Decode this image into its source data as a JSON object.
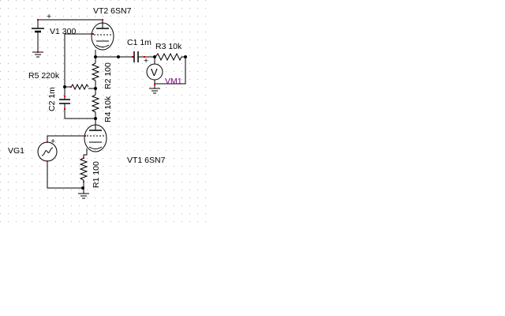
{
  "components": {
    "v1": {
      "label": "V1 300"
    },
    "vt2": {
      "label": "VT2 6SN7"
    },
    "vt1": {
      "label": "VT1 6SN7"
    },
    "c1": {
      "label": "C1 1m"
    },
    "r3": {
      "label": "R3 10k"
    },
    "vm1": {
      "label": "VM1",
      "symbol": "V"
    },
    "r5": {
      "label": "R5 220k"
    },
    "r2": {
      "label": "R2 100"
    },
    "c2": {
      "label": "C2 1m"
    },
    "r4": {
      "label": "R4 10k"
    },
    "vg1": {
      "label": "VG1"
    },
    "r1": {
      "label": "R1 100"
    }
  },
  "polarity": {
    "plus": "+"
  },
  "colors": {
    "background": "#ffffff",
    "grid_dots": "#b8b8b8",
    "wire": "#000000",
    "component": "#000000",
    "terminal": "#cc0000",
    "meter_label": "#800080"
  }
}
